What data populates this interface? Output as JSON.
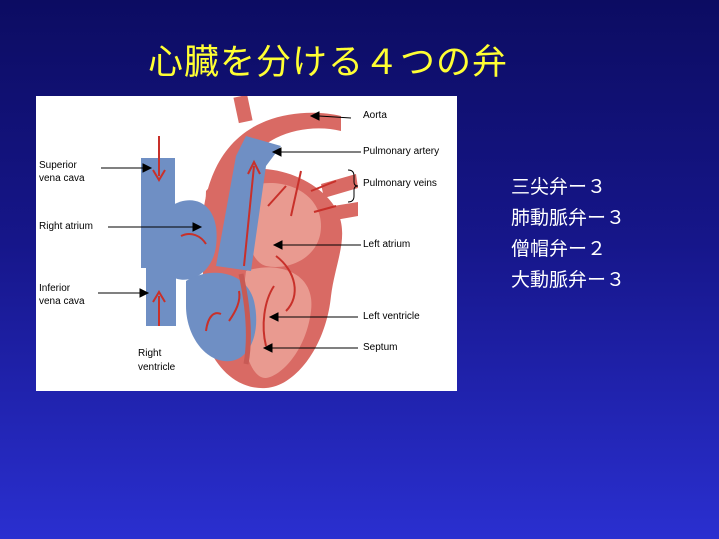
{
  "slide": {
    "title": "心臓を分ける４つの弁"
  },
  "figure": {
    "labels": {
      "aorta": "Aorta",
      "pulmonary_artery": "Pulmonary artery",
      "pulmonary_veins": "Pulmonary veins",
      "superior_vena_cava_1": "Superior",
      "superior_vena_cava_2": "vena cava",
      "right_atrium": "Right atrium",
      "left_atrium": "Left atrium",
      "inferior_vena_cava_1": "Inferior",
      "inferior_vena_cava_2": "vena cava",
      "left_ventricle": "Left ventricle",
      "septum": "Septum",
      "right_ventricle_1": "Right",
      "right_ventricle_2": "ventricle"
    },
    "colors": {
      "oxygenated": "#e08078",
      "deoxygenated": "#6f8fc4",
      "arrow": "#c8302a"
    }
  },
  "valves": [
    "三尖弁ー３",
    "肺動脈弁ー３",
    "僧帽弁ー２",
    "大動脈弁ー３"
  ],
  "theme": {
    "title_color": "#ffff33",
    "text_color": "#ffffff",
    "background": "#16168a"
  }
}
